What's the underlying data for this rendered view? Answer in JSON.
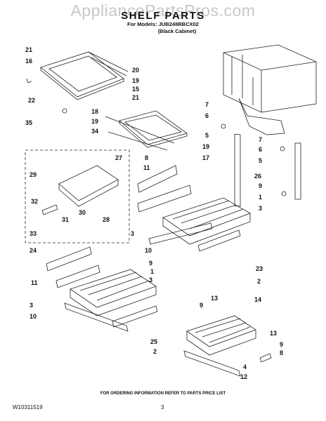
{
  "watermark": "AppliancePartsPros.com",
  "title": "SHELF PARTS",
  "models_line": "For Models: JUB248RBCX02",
  "cabinet_line": "(Black Cabinet)",
  "footer_note": "FOR ORDERING INFORMATION REFER TO PARTS PRICE LIST",
  "doc_number": "W10311519",
  "page_number": "3",
  "callouts": {
    "c21a": "21",
    "c16": "16",
    "c20": "20",
    "c19a": "19",
    "c15": "15",
    "c21b": "21",
    "c22": "22",
    "c35": "35",
    "c18": "18",
    "c19b": "19",
    "c34": "34",
    "c19c": "19",
    "c17": "17",
    "c7a": "7",
    "c6a": "6",
    "c5a": "5",
    "c7b": "7",
    "c6b": "6",
    "c5b": "5",
    "c26": "26",
    "c27": "27",
    "c29": "29",
    "c32": "32",
    "c30": "30",
    "c31": "31",
    "c28": "28",
    "c33": "33",
    "c8a": "8",
    "c11a": "11",
    "c9a": "9",
    "c1a": "1",
    "c3a": "3",
    "c3b": "3",
    "c10a": "10",
    "c23": "23",
    "c2a": "2",
    "c24": "24",
    "c11b": "11",
    "c3c": "3",
    "c10b": "10",
    "c9b": "9",
    "c1b": "1",
    "c3d": "3",
    "c25": "25",
    "c2b": "2",
    "c9c": "9",
    "c13a": "13",
    "c14": "14",
    "c13b": "13",
    "c9d": "9",
    "c8b": "8",
    "c4": "4",
    "c12": "12"
  }
}
